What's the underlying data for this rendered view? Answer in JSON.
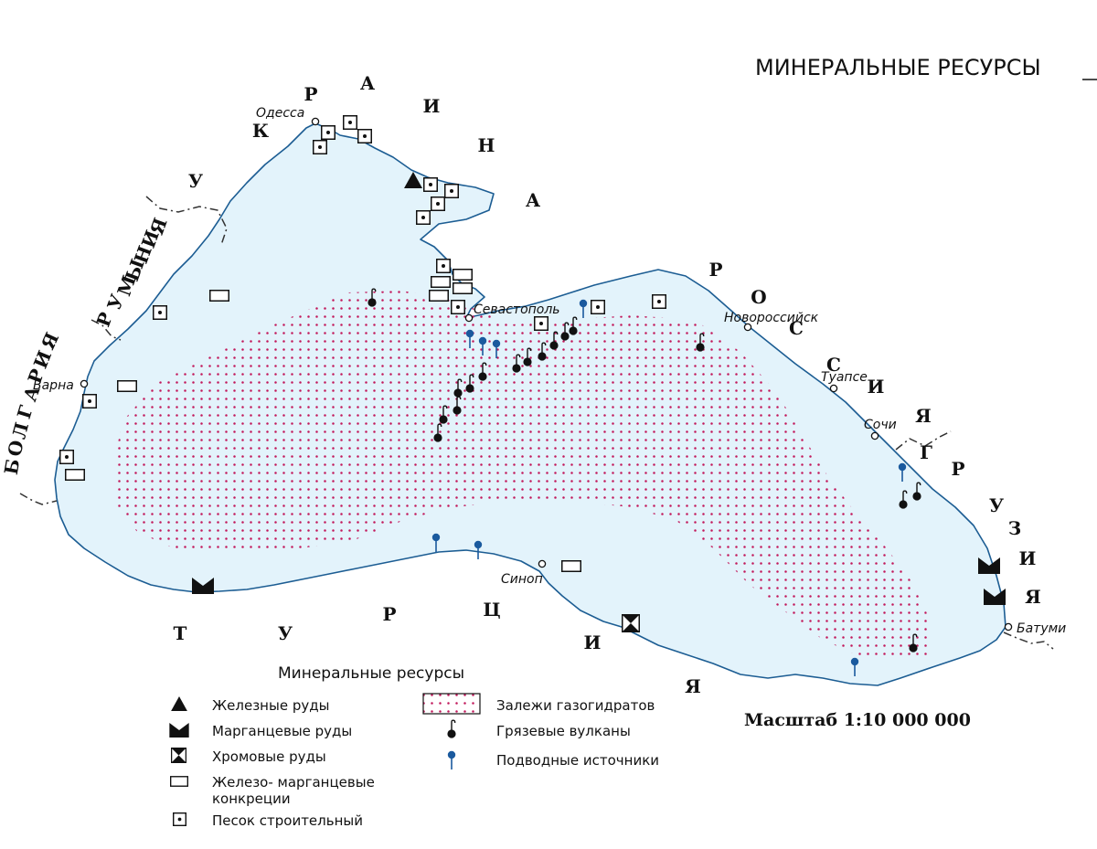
{
  "title": "МИНЕРАЛЬНЫЕ РЕСУРСЫ",
  "scale": "Масштаб 1:10 000 000",
  "colors": {
    "sea": "#e3f3fb",
    "coast": "#1c5d93",
    "gas_dots": "#c2185b",
    "spring": "#1a5a9e"
  },
  "countries": {
    "ukraine": "УКРАИНА",
    "russia": "РОССИЯ",
    "georgia": "ГРУЗИЯ",
    "turkey": "ТУРЦИЯ",
    "romania": "РУМЫНИЯ",
    "bulgaria": "БОЛГАРИЯ"
  },
  "cities": {
    "odessa": "Одесса",
    "sevastopol": "Севастополь",
    "novorossiysk": "Новороссийск",
    "tuapse": "Туапсе",
    "sochi": "Сочи",
    "batumi": "Батуми",
    "sinop": "Синоп",
    "varna": "Варна"
  },
  "legend": {
    "title": "Минеральные ресурсы",
    "items": [
      {
        "icon": "iron-ore-icon",
        "label": "Железные руды"
      },
      {
        "icon": "manganese-ore-icon",
        "label": "Марганцевые руды"
      },
      {
        "icon": "chrome-ore-icon",
        "label": "Хромовые руды"
      },
      {
        "icon": "iron-manganese-nodules-icon",
        "label": "Железо- марганцевые конкреции"
      },
      {
        "icon": "construction-sand-icon",
        "label": "Песок строительный"
      },
      {
        "icon": "gas-hydrate-icon",
        "label": "Залежи газогидратов"
      },
      {
        "icon": "mud-volcano-icon",
        "label": "Грязевые вулканы"
      },
      {
        "icon": "submarine-spring-icon",
        "label": "Подводные источники"
      }
    ]
  },
  "legend_lines": {
    "nodules_line1": "Железо- марганцевые",
    "nodules_line2": "конкреции"
  }
}
